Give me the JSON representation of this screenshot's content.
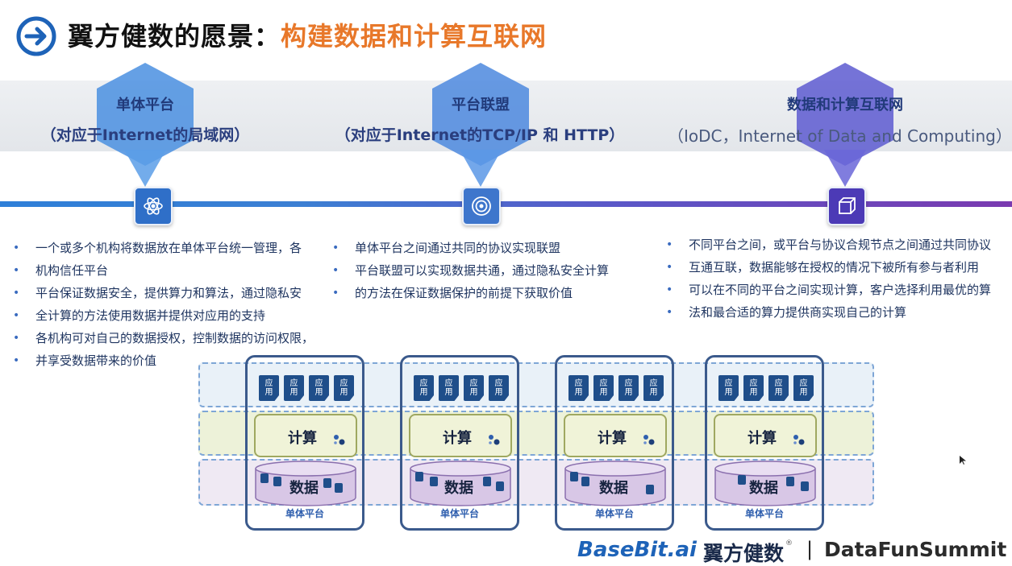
{
  "title": {
    "part1": "翼方健数的愿景：",
    "part2": "构建数据和计算互联网"
  },
  "columns": [
    {
      "title": "单体平台",
      "subtitle": "（对应于Internet的局域网）"
    },
    {
      "title": "平台联盟",
      "subtitle": "（对应于Internet的TCP/IP 和 HTTP）"
    },
    {
      "title": "数据和计算互联网",
      "subtitle": "（IoDC，Internet of Data and Computing）"
    }
  ],
  "bullets": {
    "col1": [
      "一个或多个机构将数据放在单体平台统一管理，各",
      "机构信任平台",
      "平台保证数据安全，提供算力和算法，通过隐私安",
      "全计算的方法使用数据并提供对应用的支持",
      "各机构可对自己的数据授权，控制数据的访问权限，",
      "并享受数据带来的价值"
    ],
    "col2": [
      "单体平台之间通过共同的协议实现联盟",
      "平台联盟可以实现数据共通，通过隐私安全计算",
      "的方法在保证数据保护的前提下获取价值"
    ],
    "col3": [
      "不同平台之间，或平台与协议合规节点之间通过共同协议",
      "互通互联，数据能够在授权的情况下被所有参与者利用",
      "可以在不同的平台之间实现计算，客户选择利用最优的算",
      "法和最合适的算力提供商实现自己的计算"
    ]
  },
  "diagram": {
    "app_label": "应用",
    "compute_label": "计算",
    "data_label": "数据",
    "platform_label": "单体平台"
  },
  "footer": {
    "brand": "BaseBit.ai",
    "brand_cn": "翼方健数",
    "reg": "®",
    "sep": "|",
    "summit": "DataFunSummit"
  },
  "colors": {
    "accent": "#e8782a",
    "primary": "#1e63b8",
    "line_start": "#2e7fd8",
    "line_end": "#7a3ab0"
  },
  "icons": [
    "arrow-right-circle-icon",
    "atom-icon",
    "target-icon",
    "cube-icon"
  ]
}
